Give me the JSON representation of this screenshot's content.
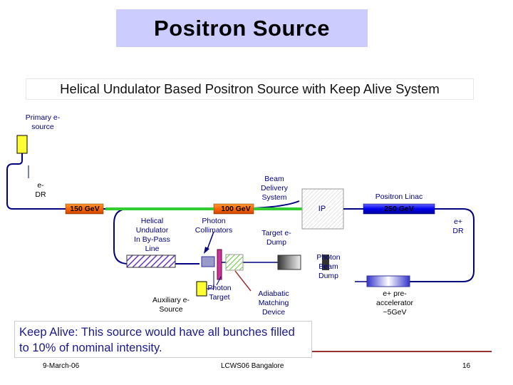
{
  "title": "Positron Source",
  "subtitle": "Helical Undulator Based Positron Source with Keep Alive System",
  "labels": {
    "primary_source": "Primary e- source",
    "e_dr_left_line1": "e-",
    "e_dr_left_line2": "DR",
    "energy_150": "150 GeV",
    "energy_100": "100 GeV",
    "helical_undulator": [
      "Helical",
      "Undulator",
      "In By-Pass",
      "Line"
    ],
    "photon_collimators": [
      "Photon",
      "Collimators"
    ],
    "beam_delivery": [
      "Beam",
      "Delivery",
      "System"
    ],
    "ip": "IP",
    "positron_linac": "Positron Linac",
    "energy_250": "250 GeV",
    "e_plus_dr_line1": "e+",
    "e_plus_dr_line2": "DR",
    "target_dump": [
      "Target e-",
      "Dump"
    ],
    "photon_beam_dump": [
      "Photon",
      "Beam",
      "Dump"
    ],
    "aux_source": [
      "Auxiliary e-",
      "Source"
    ],
    "photon_target": [
      "Photon",
      "Target"
    ],
    "adiabatic": [
      "Adiabatic",
      "Matching",
      "Device"
    ],
    "preaccelerator": [
      "e+ pre-",
      "accelerator",
      "~5GeV"
    ]
  },
  "keep_alive_text": "Keep Alive: This source would have all bunches filled to 10% of nominal intensity.",
  "footer": {
    "date": "9-March-06",
    "event": "LCWS06 Bangalore",
    "page": "16"
  },
  "colors": {
    "title_bg": "#ccccff",
    "linac_orange": "#ff6600",
    "linac_green": "#33cc33",
    "linac_blue": "#0000ff",
    "source_yellow": "#ffff33",
    "beamline_navy": "#000080",
    "accent_line": "#993333"
  }
}
